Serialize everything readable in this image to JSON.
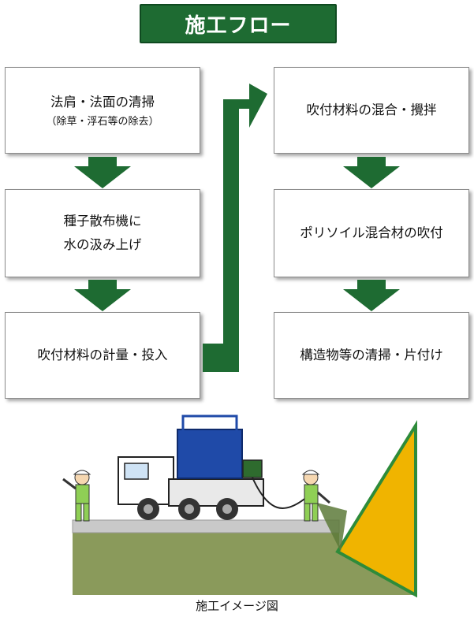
{
  "title": "施工フロー",
  "steps_left": [
    {
      "line1": "法肩・法面の清掃",
      "sub": "（除草・浮石等の除去）"
    },
    {
      "line1": "種子散布機に",
      "line2": "水の汲み上げ"
    },
    {
      "line1": "吹付材料の計量・投入"
    }
  ],
  "steps_right": [
    {
      "line1": "吹付材料の混合・攪拌"
    },
    {
      "line1": "ポリソイル混合材の吹付"
    },
    {
      "line1": "構造物等の清掃・片付け"
    }
  ],
  "caption": "施工イメージ図",
  "colors": {
    "title_bg": "#1e6b32",
    "arrow": "#1e6b32",
    "slope": "#f0b400",
    "ground": "#8a9a5b",
    "truck_tank": "#1f4aa8",
    "worker_uniform": "#8fcf55"
  },
  "icons": [
    "down-arrow-icon",
    "route-arrow-icon",
    "truck-icon",
    "worker-icon",
    "slope-icon"
  ]
}
